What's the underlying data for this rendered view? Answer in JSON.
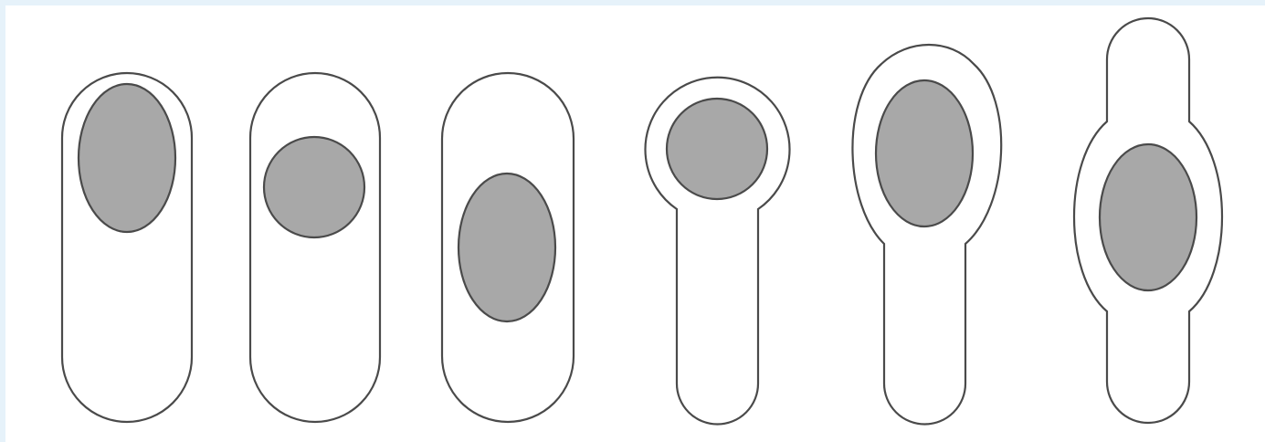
{
  "diagram": {
    "type": "bacterial-endospore-positions",
    "cells": [
      {
        "id": 1,
        "spore_position": "terminal",
        "spore_shape": "oval",
        "cell_swollen": false
      },
      {
        "id": 2,
        "spore_position": "subterminal",
        "spore_shape": "spherical",
        "cell_swollen": false
      },
      {
        "id": 3,
        "spore_position": "central",
        "spore_shape": "oval",
        "cell_swollen": false
      },
      {
        "id": 4,
        "spore_position": "terminal",
        "spore_shape": "spherical",
        "cell_swollen": true
      },
      {
        "id": 5,
        "spore_position": "terminal",
        "spore_shape": "oval",
        "cell_swollen": true
      },
      {
        "id": 6,
        "spore_position": "central",
        "spore_shape": "oval",
        "cell_swollen": true
      }
    ],
    "colors": {
      "background": "#e6f2fa",
      "panel": "#ffffff",
      "cell_fill": "#ffffff",
      "outline": "#4a4a4a",
      "spore_fill": "#a8a8a8"
    }
  }
}
